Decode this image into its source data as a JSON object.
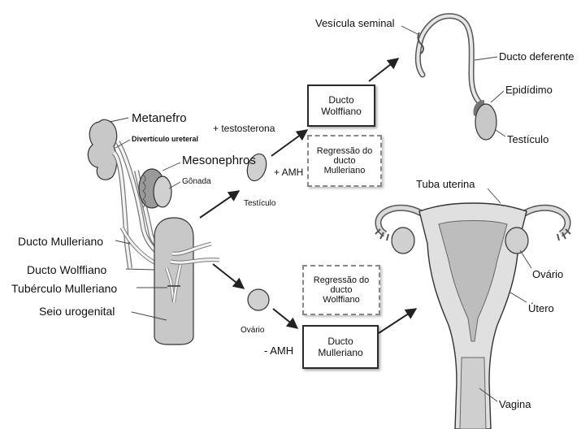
{
  "labels": {
    "metanefro": "Metanefro",
    "diverticulo": "Divertículo ureteral",
    "mesonephros": "Mesonephros",
    "gonada": "Gônada",
    "ducto_mulleriano": "Ducto Mulleriano",
    "ducto_wolffiano": "Ducto Wolffiano",
    "tuberculo": "Tubérculo Mulleriano",
    "seio": "Seio urogenital",
    "testosterona": "+ testosterona",
    "amh_plus": "+ AMH",
    "testiculo_small": "Testículo",
    "ovario_small": "Ovário",
    "amh_minus": "-  AMH",
    "vesicula": "Vesícula seminal",
    "ducto_deferente": "Ducto deferente",
    "epididimo": "Epidídimo",
    "testiculo": "Testículo",
    "tuba": "Tuba uterina",
    "ovario": "Ovário",
    "utero": "Útero",
    "vagina": "Vagina"
  },
  "boxes": {
    "ducto_wolffiano": "Ducto\nWolffiano",
    "regressao_mulleriano": "Regressão do\nducto\nMulleriano",
    "regressao_wolffiano": "Regressão do\nducto\nWolffiano",
    "ducto_mulleriano": "Ducto\nMulleriano"
  },
  "colors": {
    "tissue": "#c8c8c8",
    "tissue_dark": "#9a9a9a",
    "outline": "#333333",
    "uterus": "#d9d9d9"
  }
}
